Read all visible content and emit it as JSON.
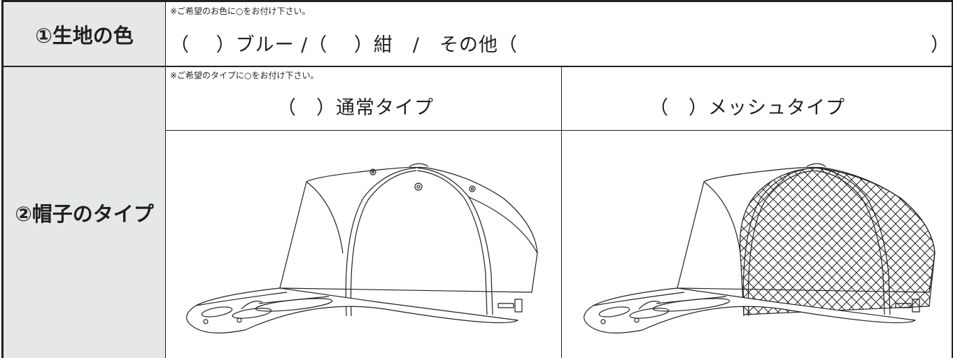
{
  "row1": {
    "label": "①生地の色",
    "note": "※ご希望のお色に○をお付け下さい。",
    "options_text": "（　 ）ブルー /（　 ）紺　/　その他（",
    "close_paren": "）"
  },
  "row2": {
    "label": "②帽子のタイプ",
    "note": "※ご希望のタイプに○をお付け下さい。",
    "option_normal": "（　）通常タイプ",
    "option_mesh": "（　）メッシュタイプ"
  },
  "images": {
    "normal_cap": "cap-illustration-normal",
    "mesh_cap": "cap-illustration-mesh"
  },
  "colors": {
    "line": "#231f20",
    "label_bg": "#e6e7e8"
  }
}
